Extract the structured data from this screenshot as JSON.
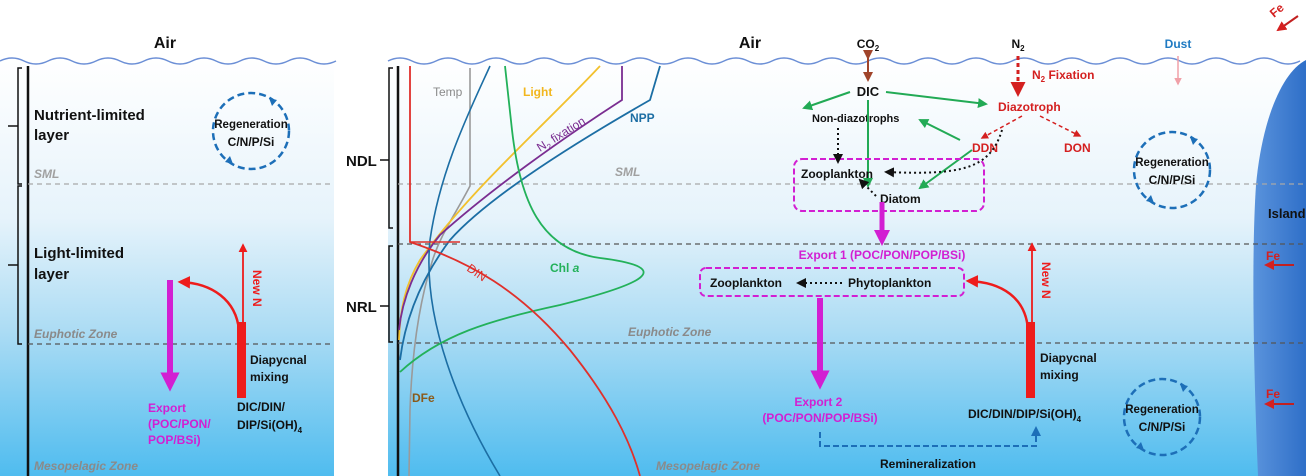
{
  "left_panel": {
    "air": "Air",
    "nutrient_limited_1": "Nutrient-limited",
    "nutrient_limited_2": "layer",
    "light_limited_1": "Light-limited",
    "light_limited_2": "layer",
    "sml": "SML",
    "euphotic": "Euphotic Zone",
    "mesopelagic": "Mesopelagic Zone",
    "regeneration": "Regeneration",
    "cnpsi": "C/N/P/Si",
    "new_n": "New N",
    "diapycnal_1": "Diapycnal",
    "diapycnal_2": "mixing",
    "export_1": "Export",
    "export_2": "(POC/PON/",
    "export_3": "POP/BSi)",
    "dic_1": "DIC/DIN/",
    "dic_2": "DIP/Si(OH)",
    "dic_sub": "4"
  },
  "right_panel": {
    "air": "Air",
    "ndl": "NDL",
    "nrl": "NRL",
    "sml": "SML",
    "euphotic": "Euphotic Zone",
    "mesopelagic": "Mesopelagic Zone",
    "temp": "Temp",
    "light": "Light",
    "n2_fixation_curve": "N",
    "n2_fixation_curve_sub": "2",
    "n2_fixation_curve_rest": " fixation",
    "npp": "NPP",
    "chl": "Chl ",
    "chl_a": "a",
    "din": "DIN",
    "dfe": "DFe",
    "co2": "CO",
    "co2_sub": "2",
    "n2": "N",
    "n2_sub": "2",
    "dust": "Dust",
    "fe_top": "Fe",
    "n2_fixation_label": "N",
    "n2_fixation_label_sub": "2",
    "n2_fixation_label_rest": " Fixation",
    "dic": "DIC",
    "diazotroph": "Diazotroph",
    "non_diazotrophs": "Non-diazotrophs",
    "ddn": "DDN",
    "don": "DON",
    "zooplankton_top": "Zooplankton",
    "diatom": "Diatom",
    "regeneration": "Regeneration",
    "cnpsi": "C/N/P/Si",
    "island": "Island",
    "export1": "Export 1 (POC/PON/POP/BSi)",
    "zooplankton_mid": "Zooplankton",
    "phytoplankton": "Phytoplankton",
    "new_n": "New N",
    "fe_mid": "Fe",
    "fe_low": "Fe",
    "diapycnal_1": "Diapycnal",
    "diapycnal_2": "mixing",
    "export2_1": "Export 2",
    "export2_2": "(POC/PON/POP/BSi)",
    "dic_bottom": "DIC/DIN/DIP/Si(OH)",
    "dic_bottom_sub": "4",
    "regeneration2": "Regeneration",
    "cnpsi2": "C/N/P/Si",
    "remineralization": "Remineralization"
  },
  "colors": {
    "ocean_top": "#ffffff",
    "ocean_bottom": "#4fbcef",
    "export_magenta": "#d21fd2",
    "mixing_red": "#ee1c1c",
    "n_cycle_red": "#d42020",
    "green_arrow": "#22aa55",
    "regen_blue": "#1d6fb8",
    "light_curve": "#f2c12e",
    "n2fix_curve": "#7a2d91",
    "npp_curve": "#1c6ea4",
    "chl_curve": "#23b15a",
    "din_curve": "#e0302b",
    "temp_curve": "#9a9a9a",
    "dust": "#1f7ac2",
    "dfe": "#8a5a1a",
    "island": "#3f7fd3"
  }
}
